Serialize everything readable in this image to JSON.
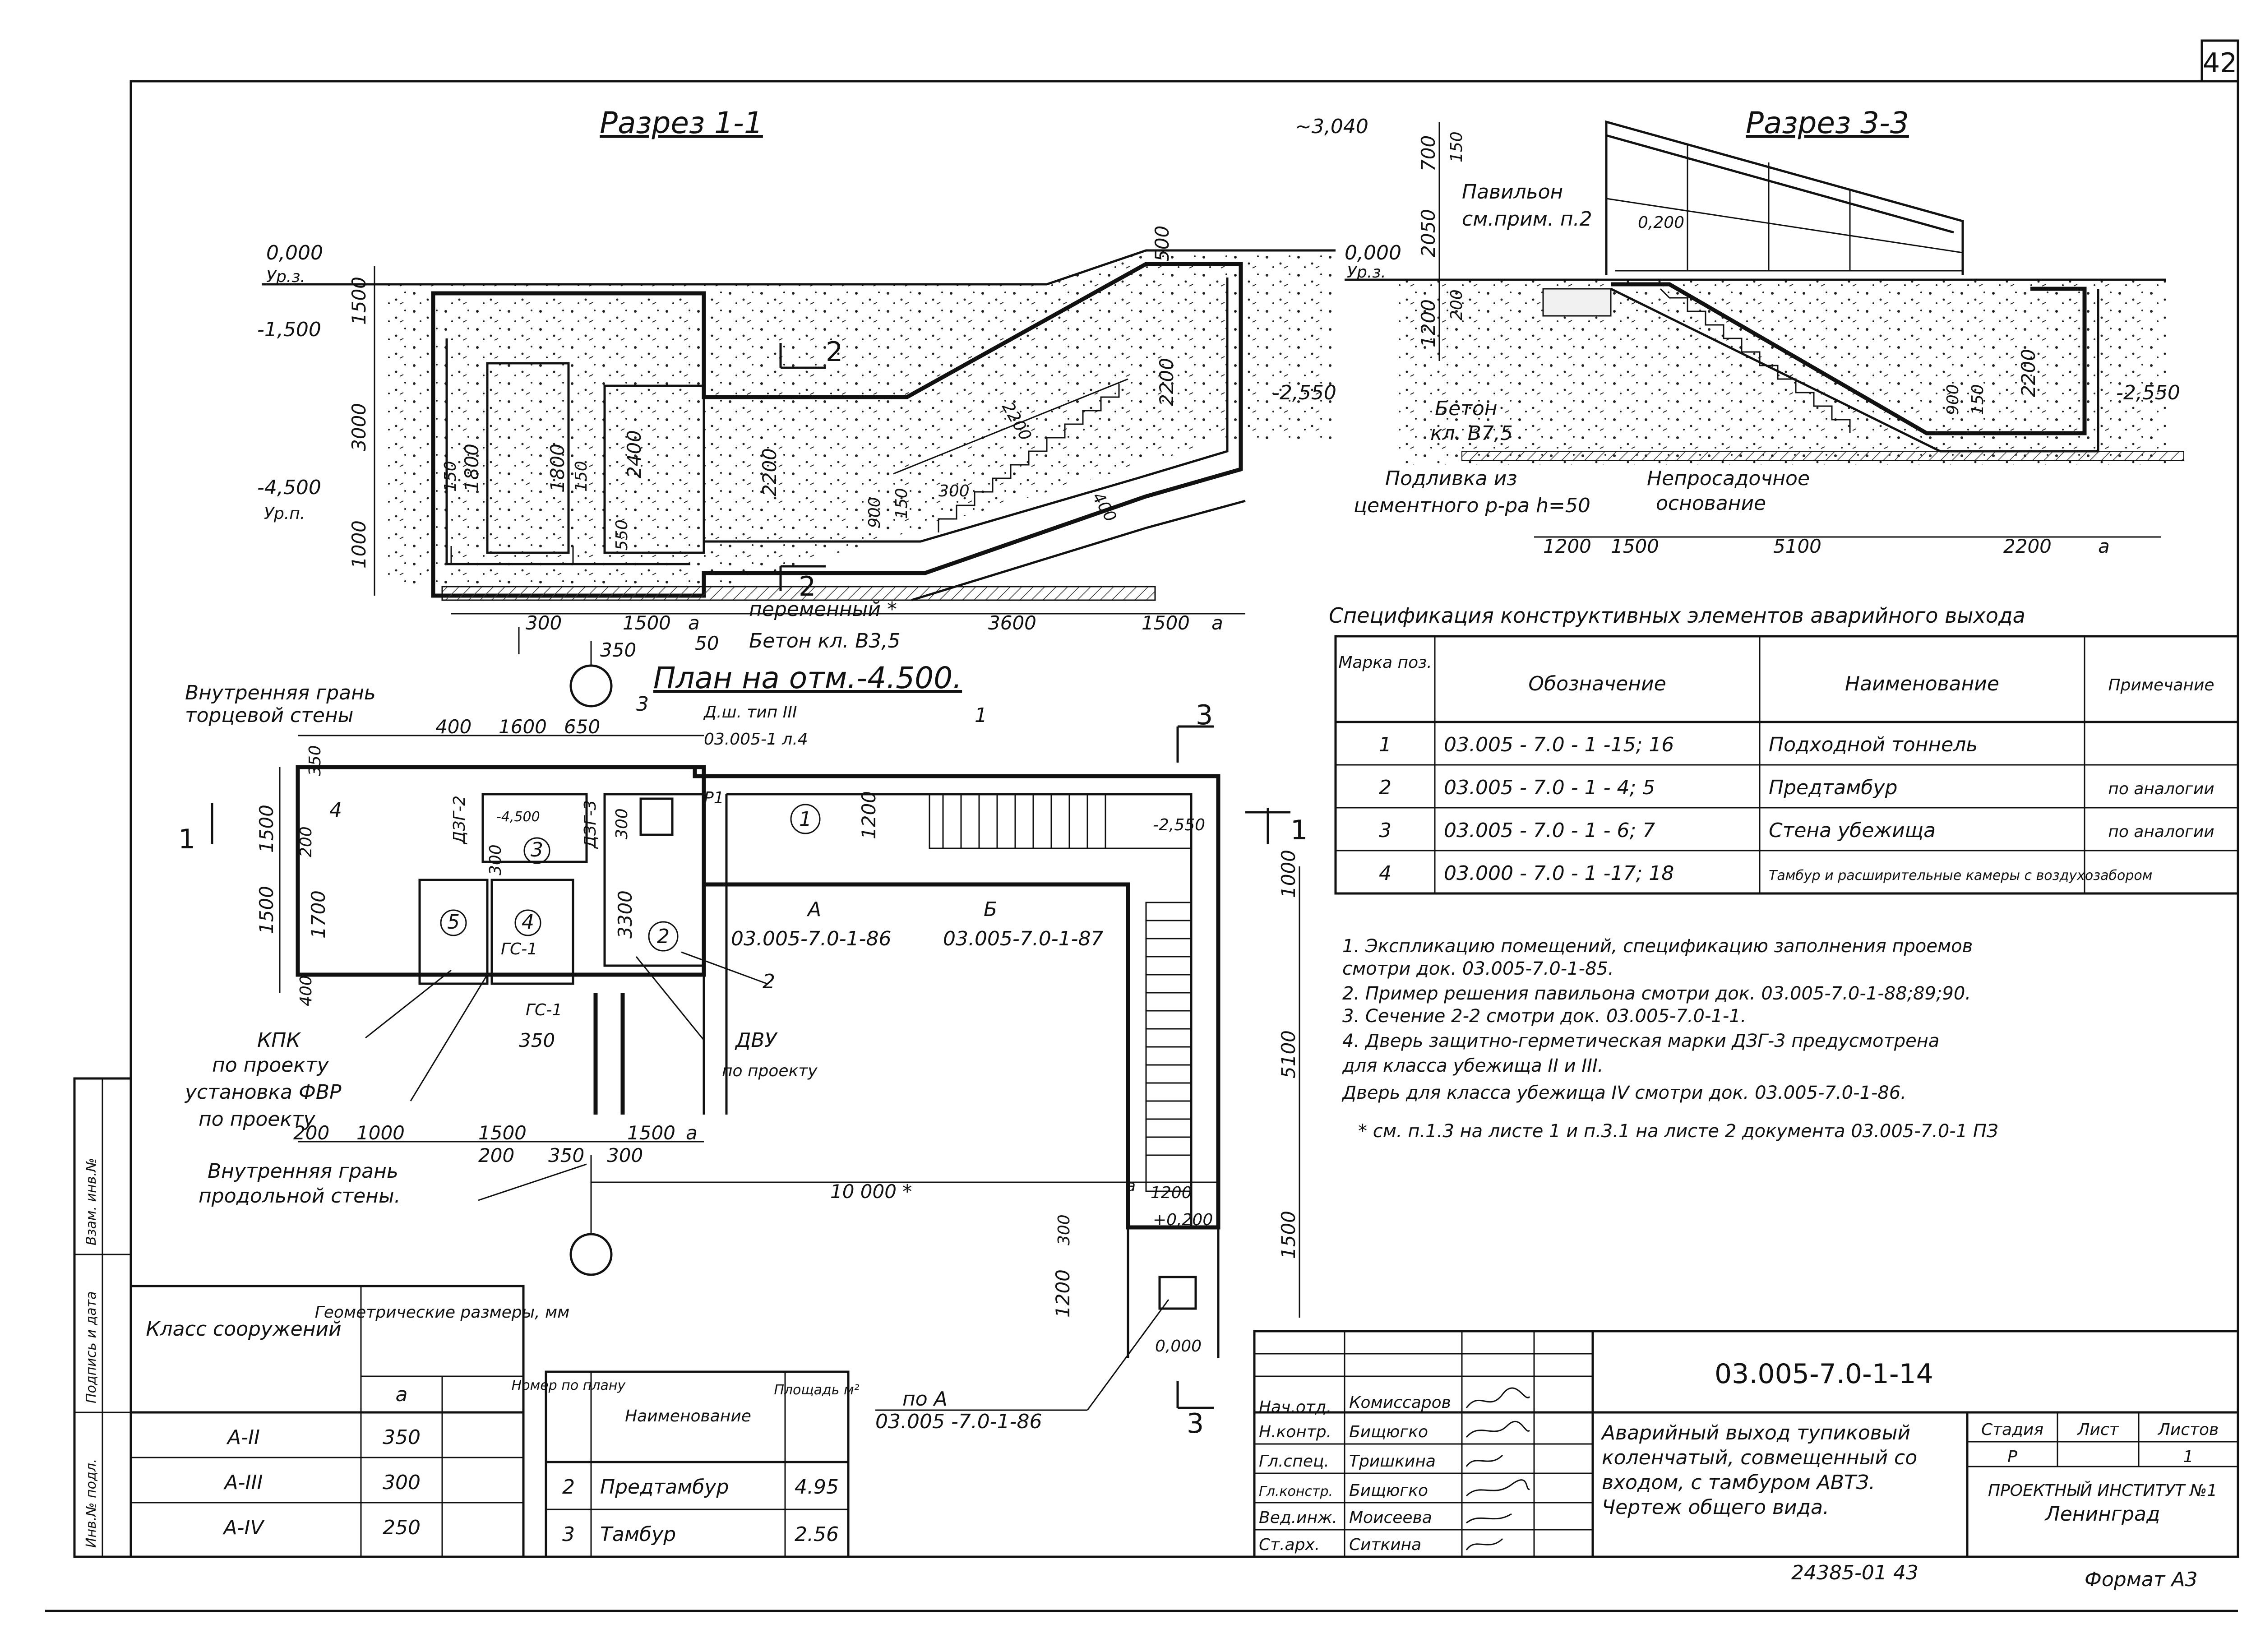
{
  "sheet": {
    "page_number": "42",
    "doc_code": "03.005-7.0-1-14",
    "format": "Формат А3",
    "archive_no": "24385-01   43",
    "title_lines": [
      "Аварийный выход тупиковый",
      "коленчатый, совмещенный со",
      "входом, с тамбуром АВТЗ.",
      "Чертеж общего вида."
    ],
    "stage_header": [
      "Стадия",
      "Лист",
      "Листов"
    ],
    "stage_values": [
      "Р",
      "",
      "1"
    ],
    "institute": [
      "ПРОЕКТНЫЙ ИНСТИТУТ №1",
      "Ленинград"
    ],
    "signatures": [
      {
        "role": "Нач.отд.",
        "name": "Комиссаров"
      },
      {
        "role": "Н.контр.",
        "name": "Бищюгко"
      },
      {
        "role": "Гл.спец.",
        "name": "Тришкина"
      },
      {
        "role": "Гл.констр.",
        "name": "Бищюгко"
      },
      {
        "role": "Вед.инж.",
        "name": "Моисеева"
      },
      {
        "role": "Ст.арх.",
        "name": "Ситкина"
      }
    ],
    "side_stamp": [
      "Инв.№ подл.",
      "Подпись и дата",
      "Взам. инв.№"
    ]
  },
  "section11": {
    "title": "Разрез 1-1",
    "labels": [
      "0,000",
      "Ур.з.",
      "-1,500",
      "-4,500",
      "Ур.п.",
      "-2,550",
      "переменный *",
      "Бетон кл. В3,5",
      "2",
      "2"
    ],
    "dims_vertical": [
      "1500",
      "3000",
      "1000",
      "1800",
      "1800",
      "2400",
      "2200",
      "2200",
      "500",
      "150",
      "150",
      "550",
      "900",
      "150",
      "2200",
      "300",
      "400"
    ],
    "dims_horizontal": [
      "300",
      "1500",
      "а",
      "3600",
      "1500",
      "а",
      "50",
      "350"
    ]
  },
  "section33": {
    "title": "Разрез 3-3",
    "labels": [
      "~3,040",
      "0,000",
      "Ур.з.",
      "-2,550",
      "Павильон",
      "см.прим. п.2",
      "0,200",
      "Бетон",
      "кл. В7,5",
      "Подливка из",
      "цементного р-ра h=50",
      "Непросадочное",
      "основание"
    ],
    "dims_vertical": [
      "700",
      "150",
      "2050",
      "1200",
      "200",
      "2200",
      "900",
      "150"
    ],
    "dims_horizontal": [
      "1200",
      "1500",
      "5100",
      "2200",
      "а"
    ]
  },
  "plan": {
    "title": "План на отм.-4.500.",
    "labels": [
      "Внутренняя грань",
      "торцевой стены",
      "Д.ш. тип III",
      "03.005-1 л.4",
      "ДЗГ-2",
      "ДЗГ-3",
      "-4,500",
      "ГС-1",
      "ГС-1",
      "Р1",
      "-2,550",
      "+0,200",
      "0,000",
      "КПК",
      "по проекту",
      "установка ФВР",
      "по проекту",
      "ДВУ",
      "по проекту",
      "Внутренняя грань",
      "продольной стены.",
      "А",
      "03.005-7.0-1-86",
      "Б",
      "03.005-7.0-1-87",
      "по А",
      "03.005 -7.0-1-86"
    ],
    "room_marks": [
      "1",
      "2",
      "3",
      "4",
      "5"
    ],
    "callouts": [
      "1",
      "2",
      "3",
      "4",
      "1",
      "3"
    ],
    "dims": [
      "400",
      "1600",
      "650",
      "350",
      "1500",
      "200",
      "1500",
      "1700",
      "400",
      "1200",
      "300",
      "3300",
      "300",
      "350",
      "200",
      "1000",
      "1500",
      "1500",
      "а",
      "200",
      "350",
      "300",
      "10 000 *",
      "1200",
      "1000",
      "5100",
      "1500",
      "300",
      "1200",
      "а"
    ]
  },
  "spec": {
    "title": "Спецификация  конструктивных  элементов аварийного выхода",
    "headers": [
      "Марка поз.",
      "Обозначение",
      "Наименование",
      "Примечание"
    ],
    "rows": [
      [
        "1",
        "03.005 - 7.0 - 1 -15; 16",
        "Подходной тоннель",
        ""
      ],
      [
        "2",
        "03.005 - 7.0 - 1 - 4; 5",
        "Предтамбур",
        "по аналогии"
      ],
      [
        "3",
        "03.005 - 7.0 - 1 - 6; 7",
        "Стена убежища",
        "по аналогии"
      ],
      [
        "4",
        "03.000 - 7.0 - 1 -17; 18",
        "Тамбур и расширительные камеры с воздухозабором",
        ""
      ]
    ]
  },
  "notes": [
    "1. Экспликацию помещений, спецификацию заполнения проемов",
    "    смотри док. 03.005-7.0-1-85.",
    "2. Пример решения павильона смотри док. 03.005-7.0-1-88;89;90.",
    "3. Сечение 2-2 смотри док. 03.005-7.0-1-1.",
    "4. Дверь защитно-герметическая марки ДЗГ-3 предусмотрена",
    "    для класса убежища II и III.",
    "    Дверь для класса убежища IV смотри док. 03.005-7.0-1-86.",
    "* см. п.1.3 на листе 1 и п.3.1 на листе 2 документа 03.005-7.0-1 ПЗ"
  ],
  "class_table": {
    "headers": [
      "Класс сооружений",
      "Геометрические размеры, мм"
    ],
    "sub_header": "а",
    "rows": [
      [
        "А-II",
        "350"
      ],
      [
        "А-III",
        "300"
      ],
      [
        "А-IV",
        "250"
      ]
    ]
  },
  "rooms_table": {
    "headers": [
      "Номер по плану",
      "Наименование",
      "Площадь м²"
    ],
    "rows": [
      [
        "2",
        "Предтамбур",
        "4.95"
      ],
      [
        "3",
        "Тамбур",
        "2.56"
      ]
    ]
  }
}
